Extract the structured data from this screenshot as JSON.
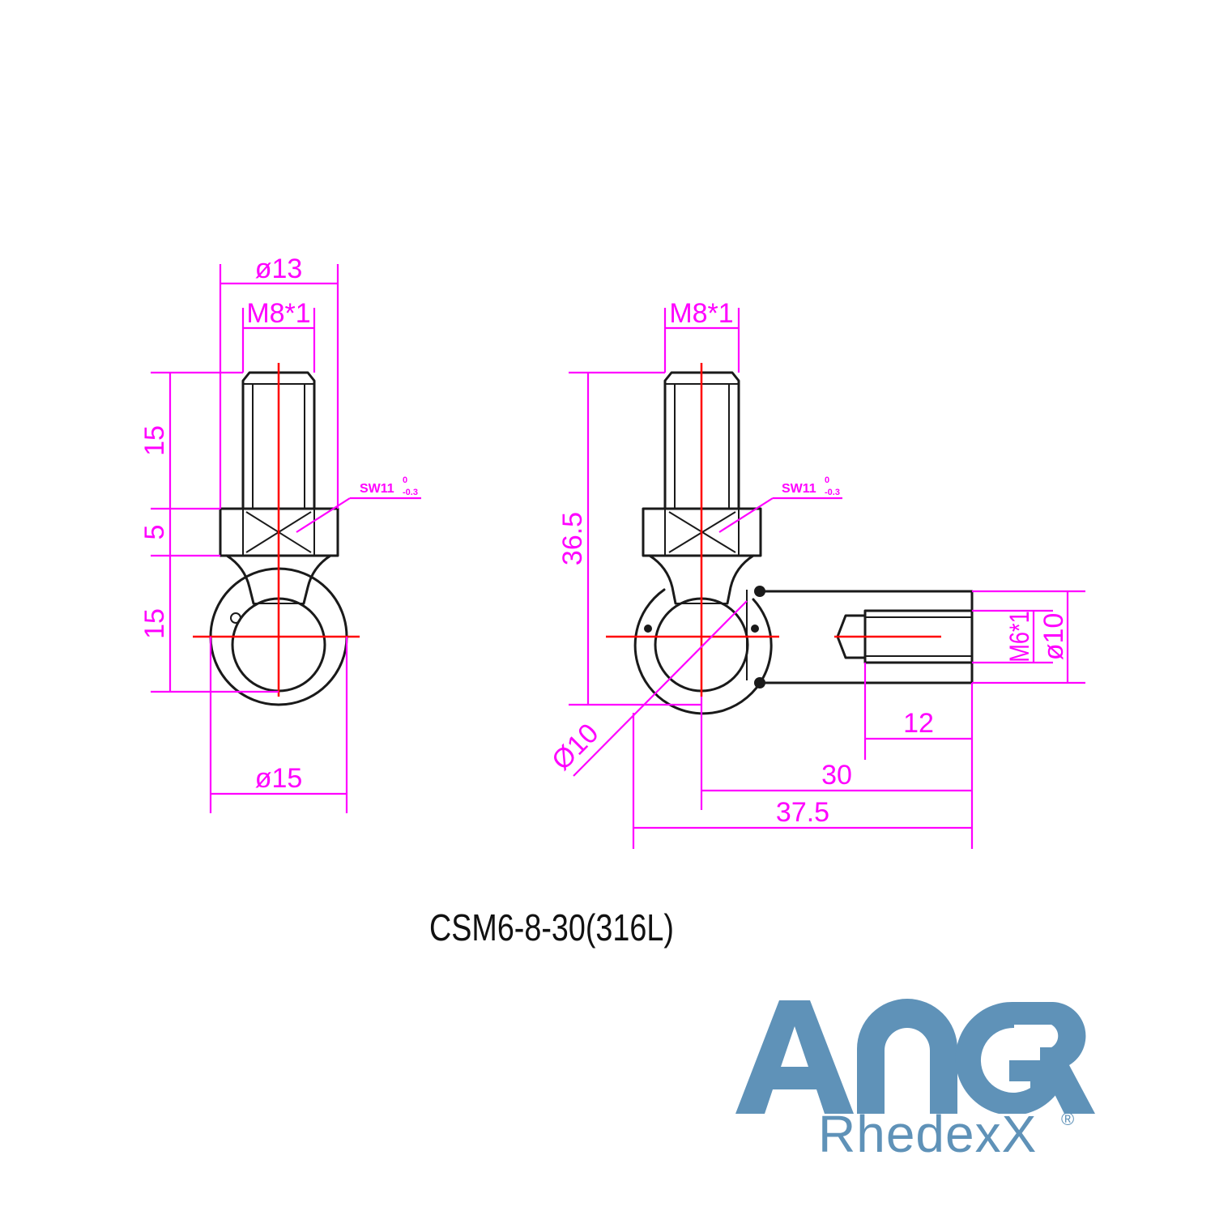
{
  "part_number": "CSM6-8-30(316L)",
  "left_view": {
    "dims": {
      "head_diameter": "ø13",
      "thread": "M8*1",
      "thread_length": "15",
      "hex_height": "5",
      "neck_length": "15",
      "ball_outer_diameter": "ø15",
      "wrench_size": "SW11",
      "wrench_tol_upper": "0",
      "wrench_tol_lower": "-0.3"
    }
  },
  "right_view": {
    "dims": {
      "thread": "M8*1",
      "overall_height": "36.5",
      "wrench_size": "SW11",
      "wrench_tol_upper": "0",
      "wrench_tol_lower": "-0.3",
      "ball_diameter": "Ø10",
      "socket_thread": "M6*1",
      "socket_diameter": "ø10",
      "thread_depth": "12",
      "center_length": "30",
      "overall_length": "37.5"
    }
  },
  "logo": {
    "brand": "RhedexX",
    "mark": "®",
    "color": "#5f92b8"
  }
}
